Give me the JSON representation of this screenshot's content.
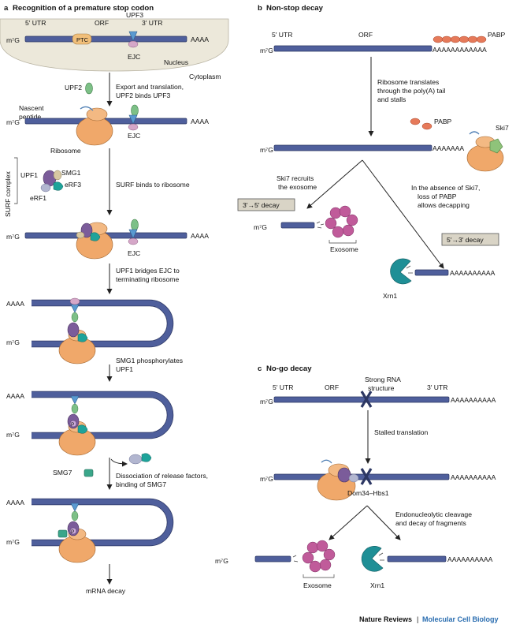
{
  "colors": {
    "mrna": "#4f5f9c",
    "ribosome": "#f0a86a",
    "nucleus": "#ece8da",
    "pabp": "#e67a5a",
    "exosome": "#c05b9a",
    "xrn1": "#1f8f96",
    "upf1": "#7b5c9a",
    "upf2": "#7dc087",
    "upf3": "#5a9ad1",
    "ejc": "#d5a7c8",
    "ski7": "#8fc37a",
    "smg7": "#3aa68a",
    "erf3": "#1ea39a",
    "erf1": "#b2b6d0",
    "ptc": "#f1bf7a",
    "label_box": "#d9d4c6"
  },
  "footer": {
    "journal": "Nature Reviews",
    "separator": "|",
    "section": "Molecular Cell Biology"
  },
  "panel_a": {
    "letter": "a",
    "title": "Recognition of a premature stop codon",
    "utr5": "5′ UTR",
    "orf": "ORF",
    "utr3": "3′ UTR",
    "upf3": "UPF3",
    "ptc": "PTC",
    "polya": "AAAA",
    "cap": "m⁷G",
    "ejc": "EJC",
    "nucleus": "Nucleus",
    "cytoplasm": "Cytoplasm",
    "upf2": "UPF2",
    "step1_line1": "Export and translation,",
    "step1_line2": "UPF2 binds UPF3",
    "nascent_line1": "Nascent",
    "nascent_line2": "peptide",
    "ribosome": "Ribosome",
    "surf_complex": "SURF complex",
    "upf1": "UPF1",
    "smg1": "SMG1",
    "erf3": "eRF3",
    "erf1": "eRF1",
    "step2": "SURF binds to ribosome",
    "step3_line1": "UPF1 bridges EJC to",
    "step3_line2": "terminating ribosome",
    "step4_line1": "SMG1 phosphorylates",
    "step4_line2": "UPF1",
    "phospho": "P",
    "smg7": "SMG7",
    "step5_line1": "Dissociation of release factors,",
    "step5_line2": "binding of SMG7",
    "end": "mRNA decay"
  },
  "panel_b": {
    "letter": "b",
    "title": "Non-stop decay",
    "utr5": "5′ UTR",
    "orf": "ORF",
    "pabp": "PABP",
    "polya_long": "AAAAAAAAAAAA",
    "cap": "m⁷G",
    "step1_line1": "Ribosome translates",
    "step1_line2": "through the poly(A) tail",
    "step1_line3": "and stalls",
    "pabp2": "PABP",
    "ski7": "Ski7",
    "polya_stall": "AAAAAAA",
    "ski7_recruits_line1": "Ski7 recruits",
    "ski7_recruits_line2": "the exosome",
    "absence_line1": "In the absence of Ski7,",
    "absence_line2": "loss of PABP",
    "absence_line3": "allows decapping",
    "decay35": "3′→5′ decay",
    "decay53": "5′→3′ decay",
    "exosome": "Exosome",
    "xrn1": "Xrn1",
    "polya_xrn": "AAAAAAAAAA"
  },
  "panel_c": {
    "letter": "c",
    "title": "No-go decay",
    "utr5": "5′ UTR",
    "orf": "ORF",
    "structure_line1": "Strong RNA",
    "structure_line2": "structure",
    "utr3": "3′ UTR",
    "polya": "AAAAAAAAAA",
    "cap": "m⁷G",
    "step1": "Stalled translation",
    "dom34": "Dom34–Hbs1",
    "step2_line1": "Endonucleolytic cleavage",
    "step2_line2": "and decay of fragments",
    "exosome": "Exosome",
    "xrn1": "Xrn1"
  }
}
